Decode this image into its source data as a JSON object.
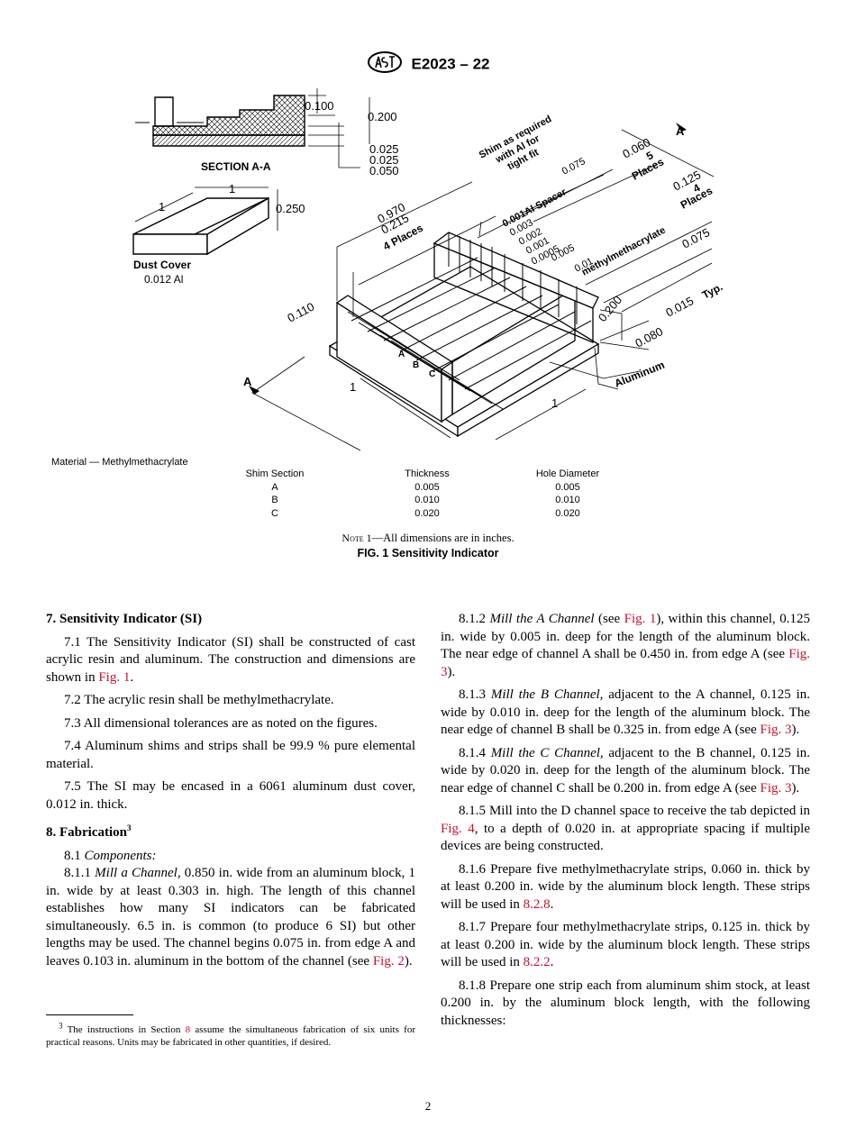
{
  "header": {
    "doc_number": "E2023 – 22"
  },
  "figure": {
    "section_label": "SECTION A-A",
    "section_dims": [
      "0.100",
      "0.200",
      "0.025",
      "0.025",
      "0.050"
    ],
    "dust_cover_dims": [
      "1",
      "1",
      "0.250"
    ],
    "dust_cover_label": "Dust Cover",
    "dust_cover_material": "0.012 Al",
    "labels": {
      "shim": [
        "Shim as required",
        "with Al for",
        "tight fit"
      ],
      "dim_0970": "0.970",
      "dim_0215": "0.215",
      "four_places_a": "4 Places",
      "dim_0075_top": "0.075",
      "al_spacer": "0.001Al Spacer",
      "shim_0003": "0.003",
      "shim_0002": "0.002",
      "shim_0001": "0.001",
      "shim_00005": "0.0005",
      "shim_0005": "0.005",
      "dim_001": "0.01",
      "methyl": "methylmethacrylate",
      "dim_0060": "0.060",
      "five": "5",
      "places": "Places",
      "dim_0125": "0.125",
      "four": "4",
      "places2": "Places",
      "dim_0075_side": "0.075",
      "dim_0110": "0.110",
      "dim_0200": "0.200",
      "dim_0015": "0.015",
      "typ": "Typ.",
      "dim_0080": "0.080",
      "aluminum": "Aluminum",
      "a_top": "A",
      "a_left": "A",
      "one_left": "1",
      "one_right": "1",
      "chan_a": "A",
      "chan_b": "B",
      "chan_c": "C"
    },
    "material_line": "Material — Methylmethacrylate",
    "table": {
      "headers": [
        "Shim Section",
        "Thickness",
        "Hole Diameter"
      ],
      "rows": [
        [
          "A",
          "0.005",
          "0.005"
        ],
        [
          "B",
          "0.010",
          "0.010"
        ],
        [
          "C",
          "0.020",
          "0.020"
        ]
      ]
    },
    "note_prefix": "Note 1",
    "note_text": "—All dimensions are in inches.",
    "caption": "FIG. 1 Sensitivity Indicator"
  },
  "left_column": {
    "s7_heading": "7. Sensitivity Indicator (SI)",
    "p7_1a": "7.1 The Sensitivity Indicator (SI) shall be constructed of cast acrylic resin and aluminum. The construction and dimensions are shown in ",
    "p7_1link": "Fig. 1",
    "p7_1b": ".",
    "p7_2": "7.2 The acrylic resin shall be methylmethacrylate.",
    "p7_3": "7.3 All dimensional tolerances are as noted on the figures.",
    "p7_4": "7.4 Aluminum shims and strips shall be 99.9 % pure elemental material.",
    "p7_5": "7.5 The SI may be encased in a 6061 aluminum dust cover, 0.012 in. thick.",
    "s8_heading": "8. Fabrication",
    "s8_sup": "3",
    "p8_1num": "8.1 ",
    "p8_1it": "Components:",
    "p8_1_1num": "8.1.1 ",
    "p8_1_1it": "Mill a Channel,",
    "p8_1_1a": " 0.850 in. wide from an aluminum block, 1 in. wide by at least 0.303 in. high. The length of this channel establishes how many SI indicators can be fabricated simultaneously. 6.5 in. is common (to produce 6 SI) but other lengths may be used. The channel begins 0.075 in. from edge A and leaves 0.103 in. aluminum in the bottom of the channel (see ",
    "p8_1_1link": "Fig. 2",
    "p8_1_1b": ").",
    "footnote_sup": "3",
    "footnote_a": " The instructions in Section ",
    "footnote_link": "8",
    "footnote_b": " assume the simultaneous fabrication of six units for practical reasons. Units may be fabricated in other quantities, if desired."
  },
  "right_column": {
    "p8_1_2num": "8.1.2 ",
    "p8_1_2it": "Mill the A Channel",
    "p8_1_2a": " (see ",
    "p8_1_2link1": "Fig. 1",
    "p8_1_2b": "), within this channel, 0.125 in. wide by 0.005 in. deep for the length of the aluminum block. The near edge of channel A shall be 0.450 in. from edge A (see ",
    "p8_1_2link2": "Fig. 3",
    "p8_1_2c": ").",
    "p8_1_3num": "8.1.3 ",
    "p8_1_3it": "Mill the B Channel,",
    "p8_1_3a": " adjacent to the A channel, 0.125 in. wide by 0.010 in. deep for the length of the aluminum block. The near edge of channel B shall be 0.325 in. from edge A (see ",
    "p8_1_3link": "Fig. 3",
    "p8_1_3b": ").",
    "p8_1_4num": "8.1.4 ",
    "p8_1_4it": "Mill the C Channel,",
    "p8_1_4a": " adjacent to the B channel, 0.125 in. wide by 0.020 in. deep for the length of the aluminum block. The near edge of channel C shall be 0.200 in. from edge A (see ",
    "p8_1_4link": "Fig. 3",
    "p8_1_4b": ").",
    "p8_1_5a": "8.1.5 Mill into the D channel space to receive the tab depicted in ",
    "p8_1_5link": "Fig. 4",
    "p8_1_5b": ", to a depth of 0.020 in. at appropriate spacing if multiple devices are being constructed.",
    "p8_1_6a": "8.1.6 Prepare five methylmethacrylate strips, 0.060 in. thick by at least 0.200 in. wide by the aluminum block length. These strips will be used in ",
    "p8_1_6link": "8.2.8",
    "p8_1_6b": ".",
    "p8_1_7a": "8.1.7 Prepare four methylmethacrylate strips, 0.125 in. thick by at least 0.200 in. wide by the aluminum block length. These strips will be used in ",
    "p8_1_7link": "8.2.2",
    "p8_1_7b": ".",
    "p8_1_8": "8.1.8 Prepare one strip each from aluminum shim stock, at least 0.200 in. by the aluminum block length, with the following thicknesses:"
  },
  "page_number": "2"
}
